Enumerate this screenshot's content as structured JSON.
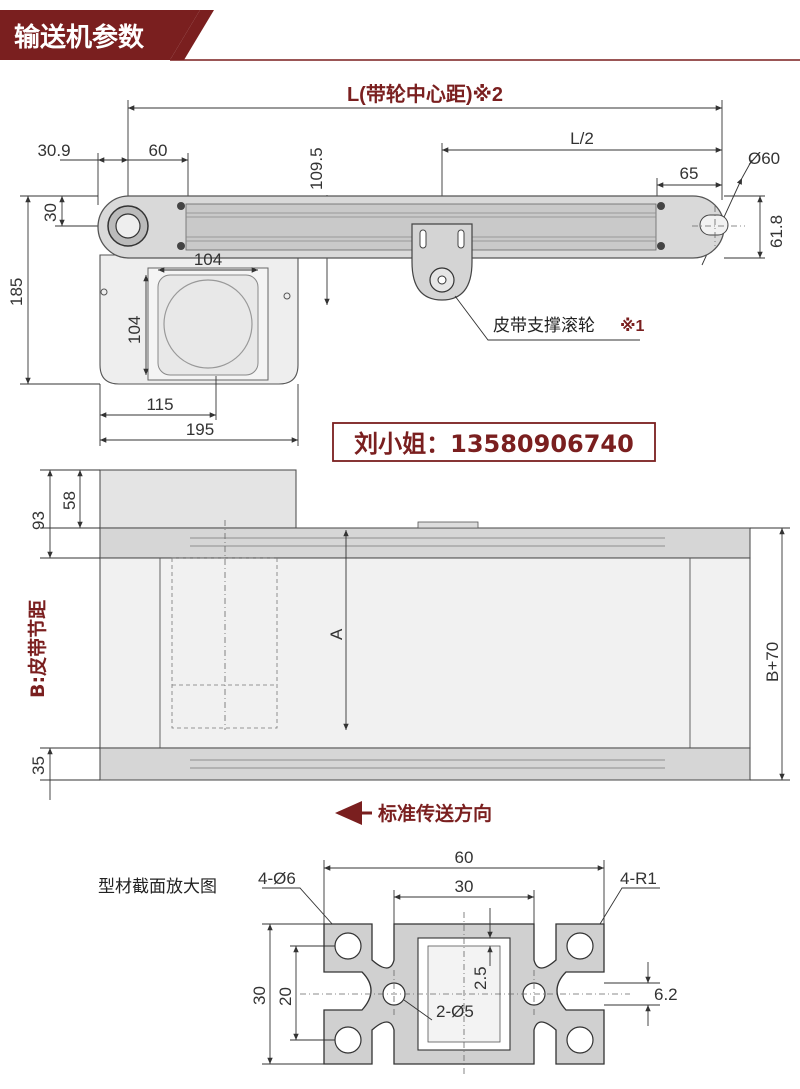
{
  "header": {
    "title": "输送机参数",
    "color": "#7a1f1f"
  },
  "top_view": {
    "L_label": "L(带轮中心距)※2",
    "half_L": "L/2",
    "d_30_9": "30.9",
    "d_60": "60",
    "d_109_5": "109.5",
    "d_65": "65",
    "d_phi60": "Ø60",
    "d_30": "30",
    "d_61_8": "61.8",
    "d_185": "185",
    "d_104_h": "104",
    "d_104_v": "104",
    "d_115": "115",
    "d_195": "195",
    "roller_label": "皮带支撑滚轮",
    "roller_note": "※1"
  },
  "contact": {
    "text": "刘小姐：13580906740",
    "border_color": "#7a1f1f"
  },
  "side_view": {
    "d_93": "93",
    "d_58": "58",
    "b_label": "B:皮带节距",
    "d_A": "A",
    "d_B70": "B+70",
    "d_35": "35",
    "direction": "标准传送方向"
  },
  "profile": {
    "title": "型材截面放大图",
    "d_60": "60",
    "d_30_top": "30",
    "d_4phi6": "4-Ø6",
    "d_4R1": "4-R1",
    "d_30_left": "30",
    "d_20": "20",
    "d_2_5": "2.5",
    "d_6_2": "6.2",
    "d_2phi5": "2-Ø5"
  }
}
